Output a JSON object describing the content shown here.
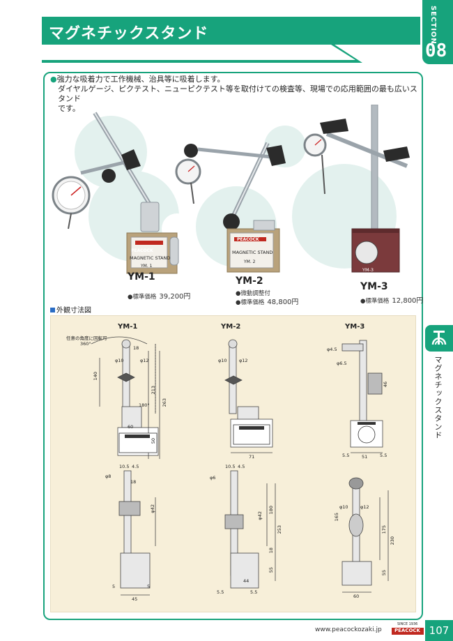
{
  "header": {
    "title": "マグネチックスタンド",
    "section_word": "SECTION",
    "section_number": "08"
  },
  "side": {
    "label": "マグネチックスタンド"
  },
  "intro": {
    "bullet": "●",
    "line1": "強力な吸着力で工作機械、治具等に吸着します。",
    "line2": "ダイヤルゲージ、ピクテスト、ニューピクテスト等を取付けての検査等、現場での応用範囲の最も広いスタンド",
    "line3": "です。"
  },
  "products": [
    {
      "model": "YM-1",
      "note": "",
      "price_label": "●標準価格",
      "price": "39,200円"
    },
    {
      "model": "YM-2",
      "note": "●微動調整付",
      "price_label": "●標準価格",
      "price": "48,800円"
    },
    {
      "model": "YM-3",
      "note": "",
      "price_label": "●標準価格",
      "price": "12,800円"
    }
  ],
  "plate_text": {
    "brand": "PEACOCK",
    "line1": "MAGNETIC STAND",
    "ym1": "YM. 1",
    "ym2": "YM. 2",
    "ym3": "YM-3"
  },
  "outline": {
    "heading": "外観寸法図"
  },
  "drawings": {
    "ym1": {
      "model": "YM-1",
      "rotate_note": "任意の角度に回転可",
      "d360": "360°",
      "d180": "180°",
      "d18": "18",
      "phi10": "φ10",
      "phi12": "φ12",
      "d140": "140",
      "d213": "213",
      "d263": "263",
      "d60": "60",
      "d50": "50",
      "d105": "10.5",
      "d45": "4.5",
      "phi8": "φ8",
      "d18b": "18",
      "phi42": "φ42",
      "d5": "5",
      "d45b": "45",
      "d5b": "5"
    },
    "ym2": {
      "model": "YM-2",
      "phi10": "φ10",
      "phi12": "φ12",
      "d71": "71",
      "d105": "10.5",
      "d45": "4.5",
      "phi6": "φ6",
      "phi42": "φ42",
      "d180": "180",
      "d253": "253",
      "d18": "18",
      "d55": "55",
      "d44": "44",
      "d55a": "5.5",
      "d55b": "5.5"
    },
    "ym3": {
      "model": "YM-3",
      "phi45": "φ4.5",
      "phi65": "φ6.5",
      "d46": "46",
      "d55a": "5.5",
      "d51": "51",
      "d55b": "5.5",
      "phi10": "φ10",
      "phi12": "φ12",
      "d165": "165",
      "d175": "175",
      "d230": "230",
      "d55": "55",
      "d60": "60"
    }
  },
  "footer": {
    "url": "www.peacockozaki.jp",
    "logo_top": "SINCE 1936",
    "logo_brand": "PEACOCK",
    "page": "107"
  },
  "colors": {
    "accent": "#17a37c",
    "drawing_bg": "#f7efd9",
    "heading_square": "#2a6cc4"
  }
}
